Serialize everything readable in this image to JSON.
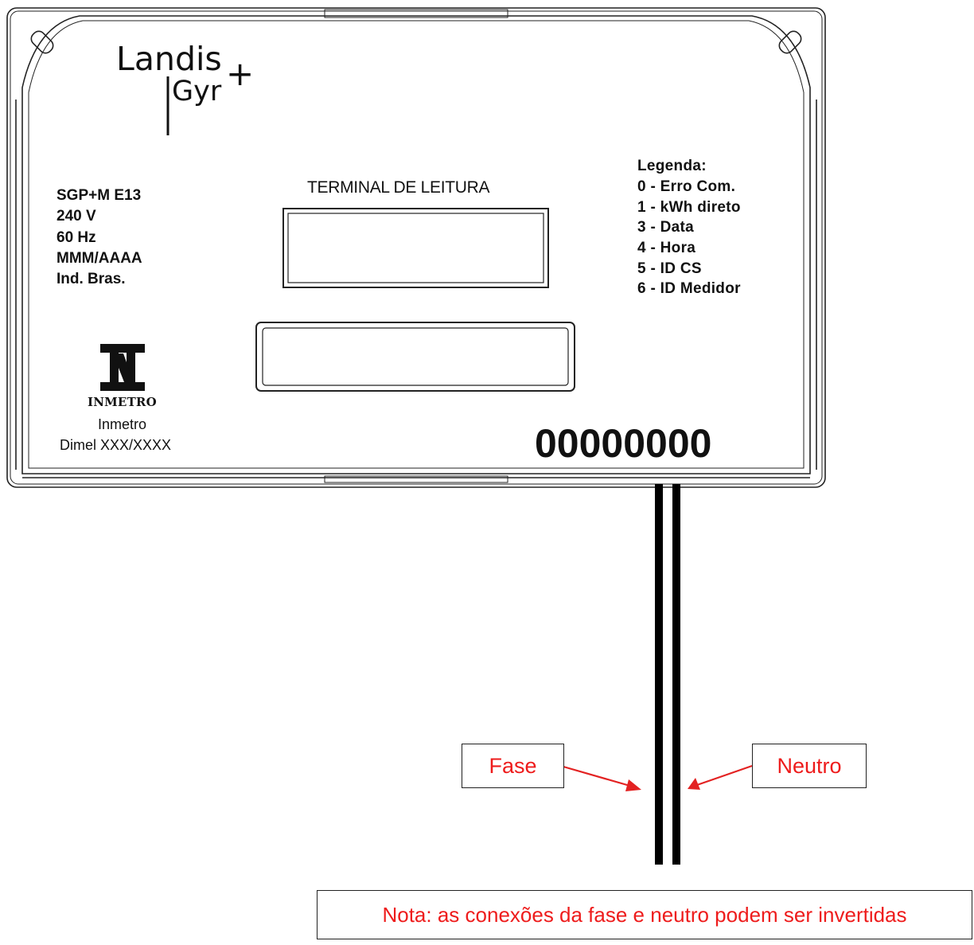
{
  "brand": {
    "line1": "Landis",
    "line2": "Gyr",
    "plus": "+"
  },
  "model_specs": [
    "SGP+M E13",
    "240 V",
    "60 Hz",
    "MMM/AAAA",
    "Ind. Bras."
  ],
  "terminal_label": "TERMINAL DE LEITURA",
  "legend": {
    "title": "Legenda:",
    "items": [
      "0 - Erro Com.",
      "1 - kWh direto",
      "3 - Data",
      "4 - Hora",
      "5 - ID CS",
      "6 - ID Medidor"
    ]
  },
  "certification": {
    "logo_text": "INMETRO",
    "line1": "Inmetro",
    "line2": "Dimel XXX/XXXX"
  },
  "serial_number": "00000000",
  "callouts": {
    "fase": "Fase",
    "neutro": "Neutro"
  },
  "note": "Nota: as conexões da fase e neutro podem ser invertidas",
  "colors": {
    "callout_text": "#ee1c1c",
    "arrow": "#e32222",
    "outline": "#222222"
  }
}
